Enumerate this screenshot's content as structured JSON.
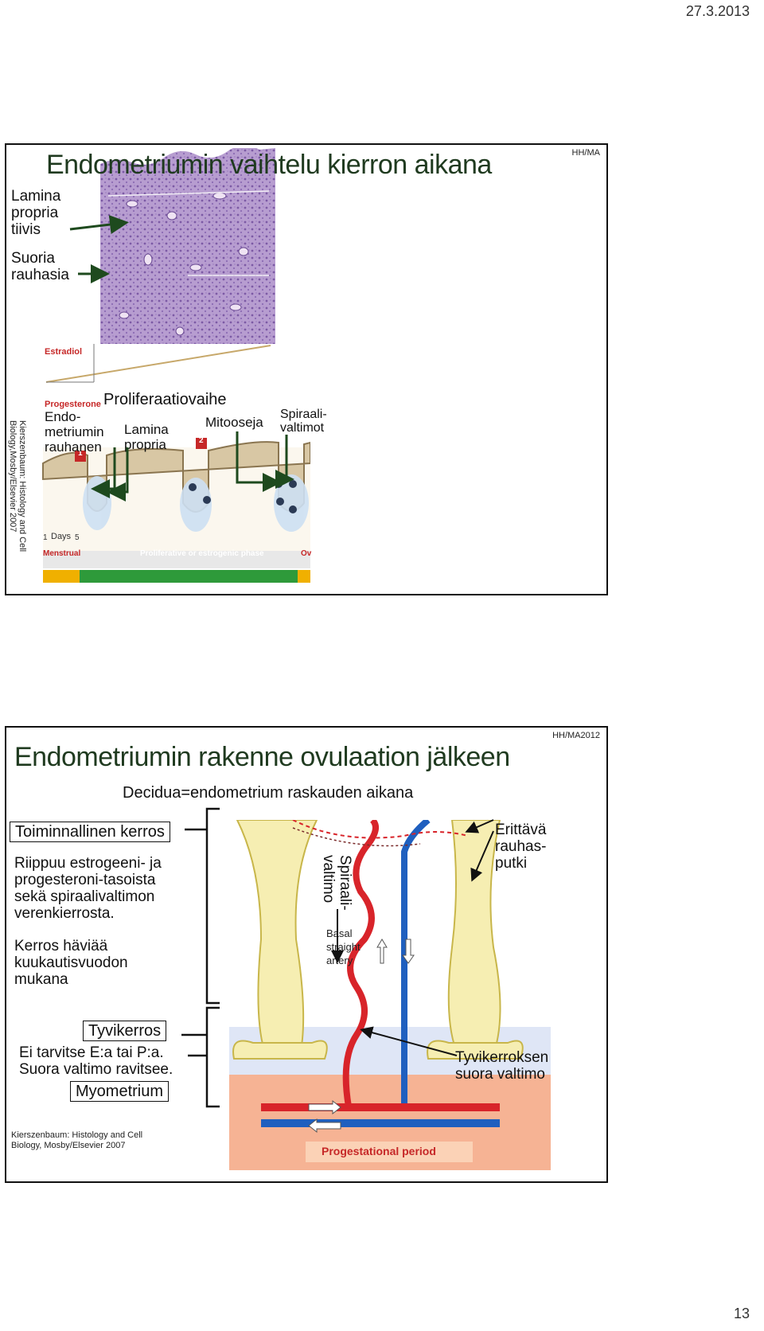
{
  "header": {
    "date": "27.3.2013"
  },
  "footer": {
    "page_number": "13"
  },
  "slide1": {
    "code": "HH/MA",
    "title": "Endometriumin vaihtelu kierron aikana",
    "labels": {
      "lamina_tiivis": "Lamina\npropria\ntiivis",
      "suoria": "Suoria\nrauhasia",
      "proliferaatio": "Proliferaatiovaihe",
      "endometrium_rauhanen": "Endo-\nmetriumin\nrauhanen",
      "lamina_propria": "Lamina\npropria",
      "mitooseja": "Mitooseja",
      "spiraalivaltimot": "Spiraali-\nvaltimot"
    },
    "figure": {
      "estradiol": "Estradiol",
      "progesterone": "Progesterone",
      "days": "Days",
      "day1": "1",
      "day5": "5",
      "marker1": "1",
      "marker2": "2",
      "menstrual": "Menstrual",
      "phase": "Proliferative or estrogenic phase",
      "ov": "Ov"
    },
    "citation": "Kierszenbaum: Histology and Cell\nBiology,Mosby/Elsevier 2007"
  },
  "slide2": {
    "code": "HH/MA2012",
    "title": "Endometriumin rakenne ovulaation jälkeen",
    "subtitle": "Decidua=endometrium raskauden aikana",
    "toiminnallinen": "Toiminnallinen kerros",
    "riippuu": "Riippuu estrogeeni- ja\nprogesteroni-tasoista\nsekä spiraalivaltimon\nverenkierrosta.",
    "kerros_haviaa": "Kerros häviää\nkuukautisvuodon\nmukana",
    "tyvikerros": "Tyvikerros",
    "ei_tarvitse": "Ei tarvitse E:a tai P:a.\nSuora valtimo ravitsee.",
    "myometrium": "Myometrium",
    "spiraalivaltimo": "Spiraali-\nvaltimo",
    "basal": "Basal\nstraight\nartery",
    "erittava": "Erittävä\nrauhas-\nputki",
    "tyvikerroksen": "Tyvikerroksen\nsuora valtimo",
    "progestational": "Progestational period",
    "citation": "Kierszenbaum: Histology and Cell\nBiology, Mosby/Elsevier 2007"
  },
  "colors": {
    "title_green": "#1f3a1f",
    "arrow_green": "#1e4a1e",
    "histology_purple": "#a98cc4",
    "gland_yellow": "#f6eeb2",
    "artery_red": "#d8242a",
    "vein_blue": "#1f5fbf",
    "label_red": "#c62828",
    "phase_green": "#2e9a3a"
  }
}
